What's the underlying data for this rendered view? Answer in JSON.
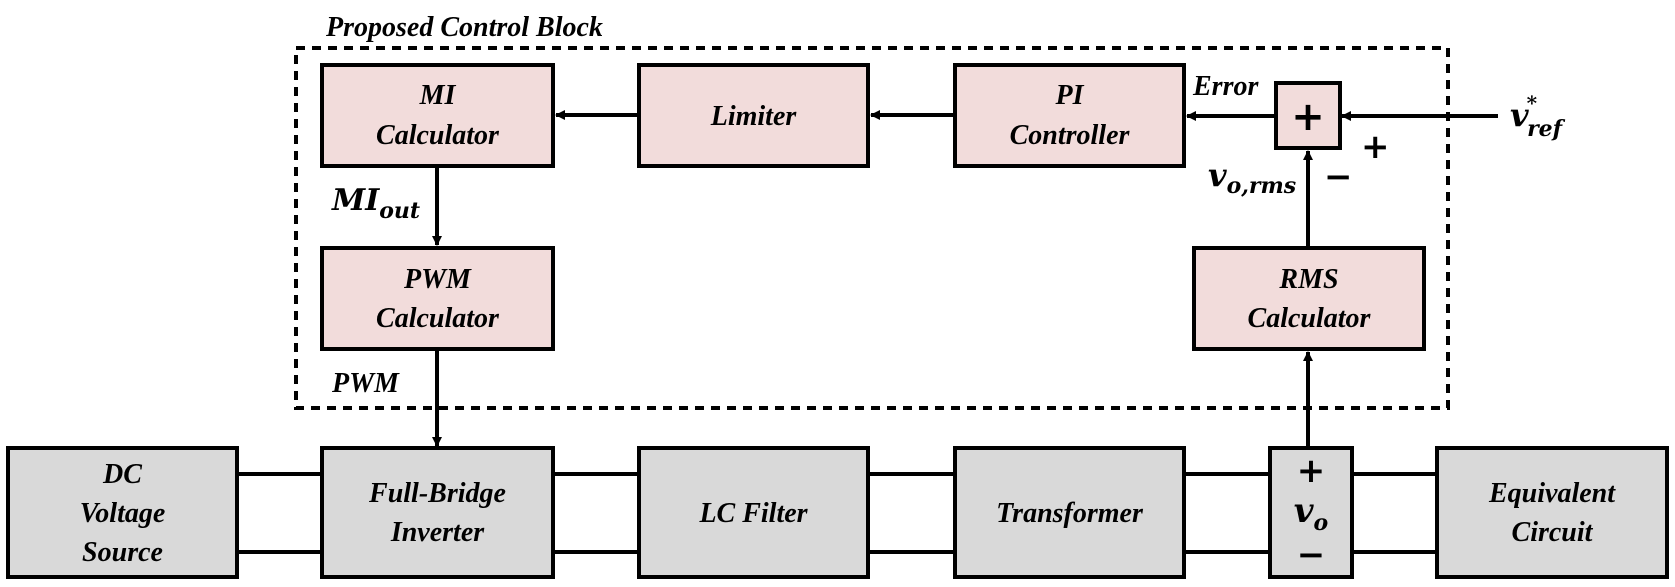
{
  "group_label": "Proposed Control Block",
  "control_blocks": {
    "mi_calc": [
      "MI",
      "Calculator"
    ],
    "limiter": [
      "Limiter"
    ],
    "pi": [
      "PI",
      "Controller"
    ],
    "pwm_calc": [
      "PWM",
      "Calculator"
    ],
    "rms_calc": [
      "RMS",
      "Calculator"
    ]
  },
  "power_blocks": {
    "dc_source": [
      "DC",
      "Voltage",
      "Source"
    ],
    "inverter": [
      "Full-Bridge",
      "Inverter"
    ],
    "lc_filter": [
      "LC Filter"
    ],
    "transformer": [
      "Transformer"
    ],
    "equivalent": [
      "Equivalent",
      "Circuit"
    ]
  },
  "signals": {
    "error": "Error",
    "mi_base": "MI",
    "mi_sub": "out",
    "pwm": "PWM",
    "vref_base": "v",
    "vref_sup": "*",
    "vref_sub": "ref",
    "vorms_base": "v",
    "vorms_sub": "o,rms",
    "vo_base": "v",
    "vo_sub": "o"
  },
  "signs": {
    "sum": "+",
    "plus": "+",
    "minus": "−"
  },
  "colors": {
    "control_fill": "#f2dcdb",
    "power_fill": "#d9d9d9",
    "line": "#000000"
  }
}
